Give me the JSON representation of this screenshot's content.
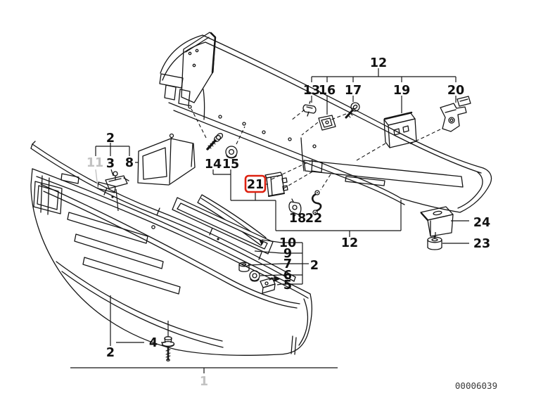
{
  "diagram": {
    "type": "exploded-parts-diagram",
    "subject": "front bumper trim panel",
    "image_code": "00006039",
    "colors": {
      "line": "#151515",
      "highlight_box": "#de2110",
      "muted_label": "#c2c2c2",
      "code_text": "#3a3a3a",
      "background": "#ffffff"
    },
    "callouts": [
      {
        "label": "2"
      },
      {
        "label": "11",
        "muted": true
      },
      {
        "label": "3"
      },
      {
        "label": "8"
      },
      {
        "label": "14"
      },
      {
        "label": "15"
      },
      {
        "label": "12"
      },
      {
        "label": "13"
      },
      {
        "label": "16"
      },
      {
        "label": "17"
      },
      {
        "label": "19"
      },
      {
        "label": "20"
      },
      {
        "label": "21",
        "highlighted": true
      },
      {
        "label": "18"
      },
      {
        "label": "22"
      },
      {
        "label": "12"
      },
      {
        "label": "24"
      },
      {
        "label": "23"
      },
      {
        "label": "10"
      },
      {
        "label": "9"
      },
      {
        "label": "7"
      },
      {
        "label": "2"
      },
      {
        "label": "6"
      },
      {
        "label": "5"
      },
      {
        "label": "4"
      },
      {
        "label": "2"
      },
      {
        "label": "1",
        "muted": true
      }
    ],
    "selected_callout": "21"
  }
}
